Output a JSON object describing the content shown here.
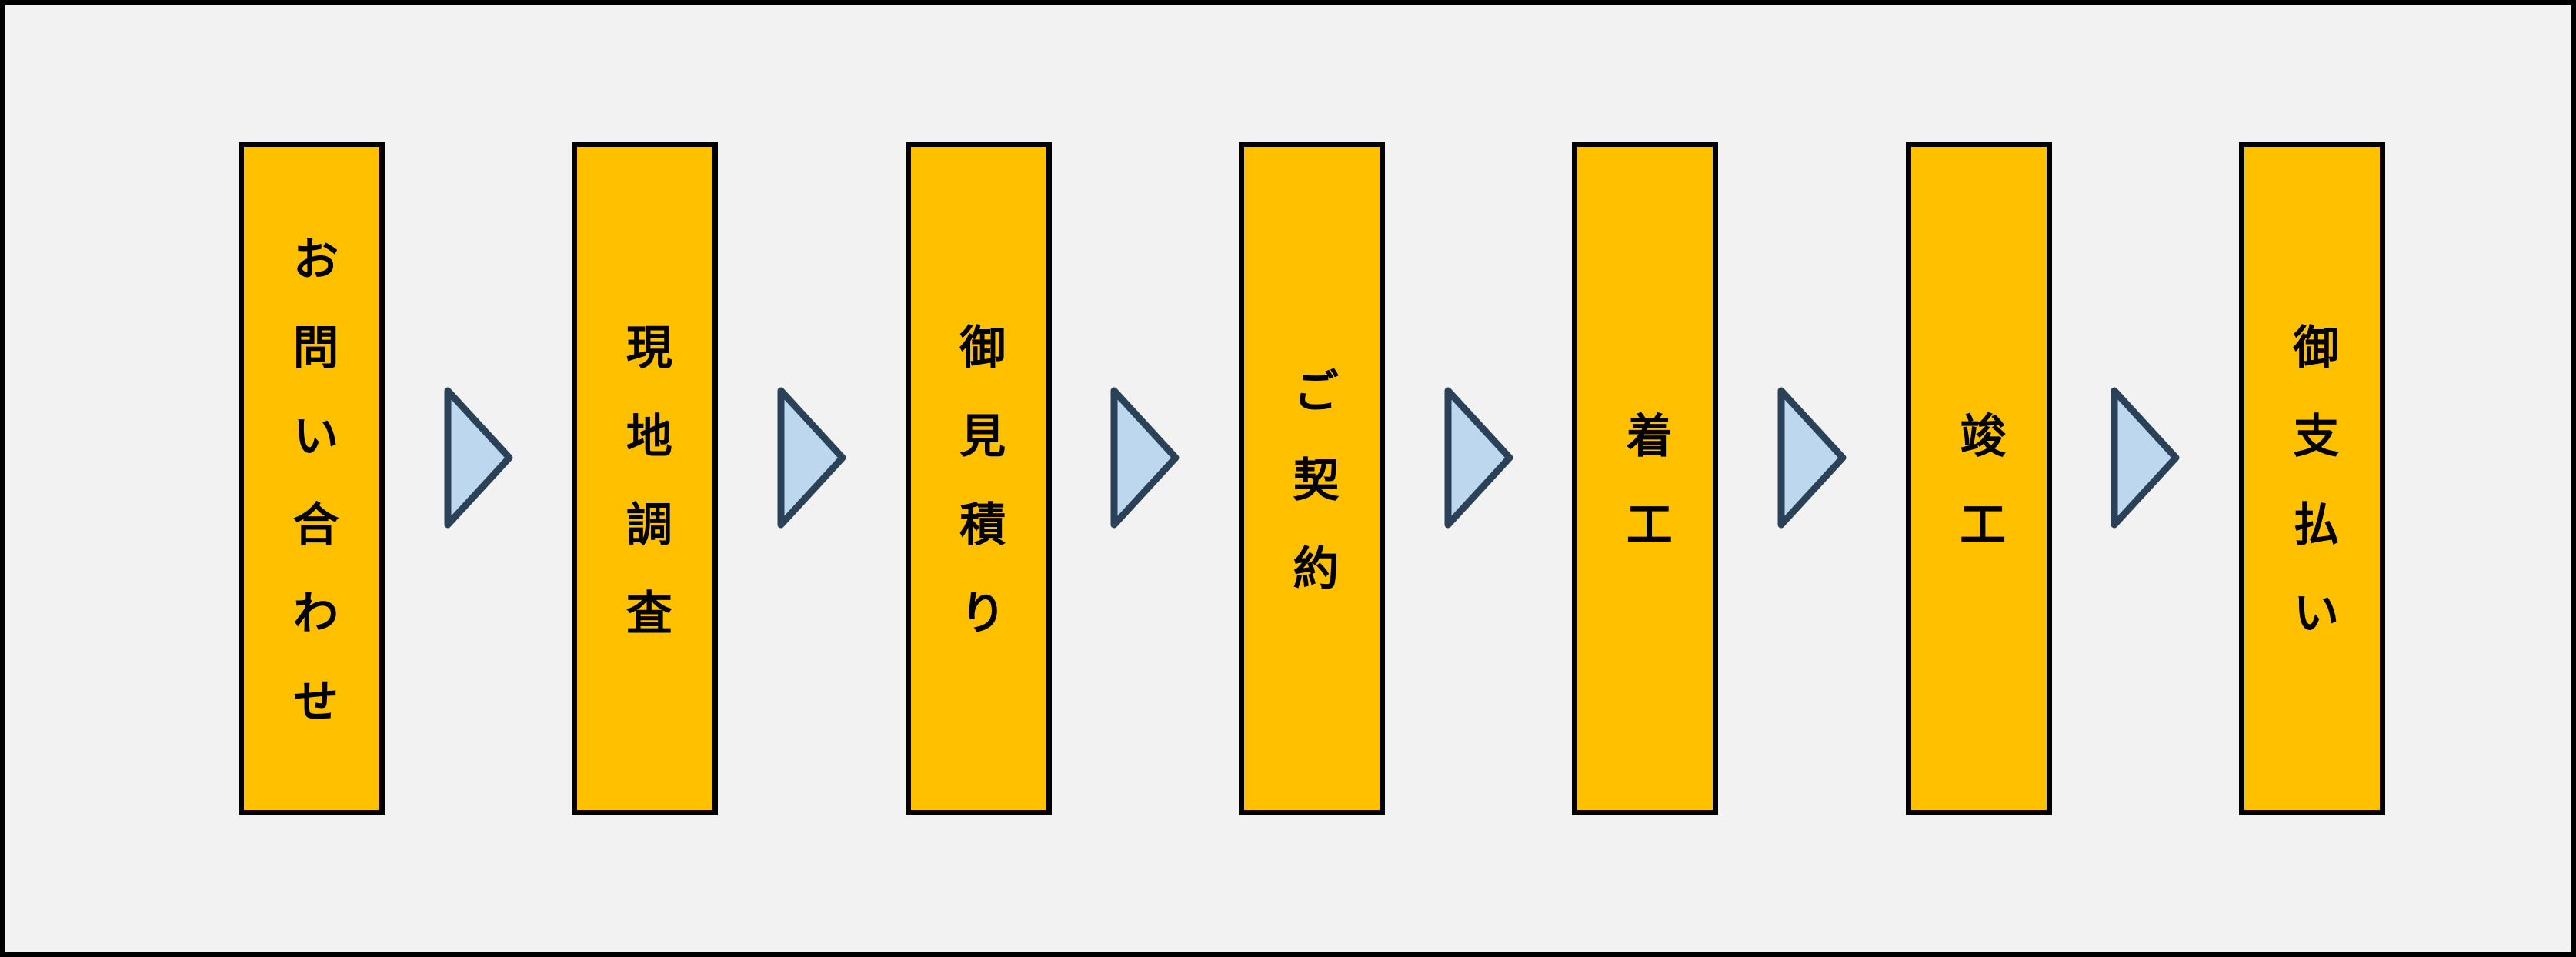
{
  "diagram": {
    "type": "process-flow",
    "direction": "left-to-right",
    "steps": [
      {
        "label": "お問い合わせ"
      },
      {
        "label": "現地調査"
      },
      {
        "label": "御見積り"
      },
      {
        "label": "ご契約"
      },
      {
        "label": "着工"
      },
      {
        "label": "竣工"
      },
      {
        "label": "御支払い"
      }
    ],
    "connector_icon": "right-triangle-arrow-icon",
    "connector_count": 6
  },
  "colors": {
    "background": "#F2F2F2",
    "frame_border": "#000000",
    "box_fill": "#FFC000",
    "box_border": "#000000",
    "box_text": "#000000",
    "arrow_fill": "#BDD7EE",
    "arrow_border": "#2A4157"
  }
}
